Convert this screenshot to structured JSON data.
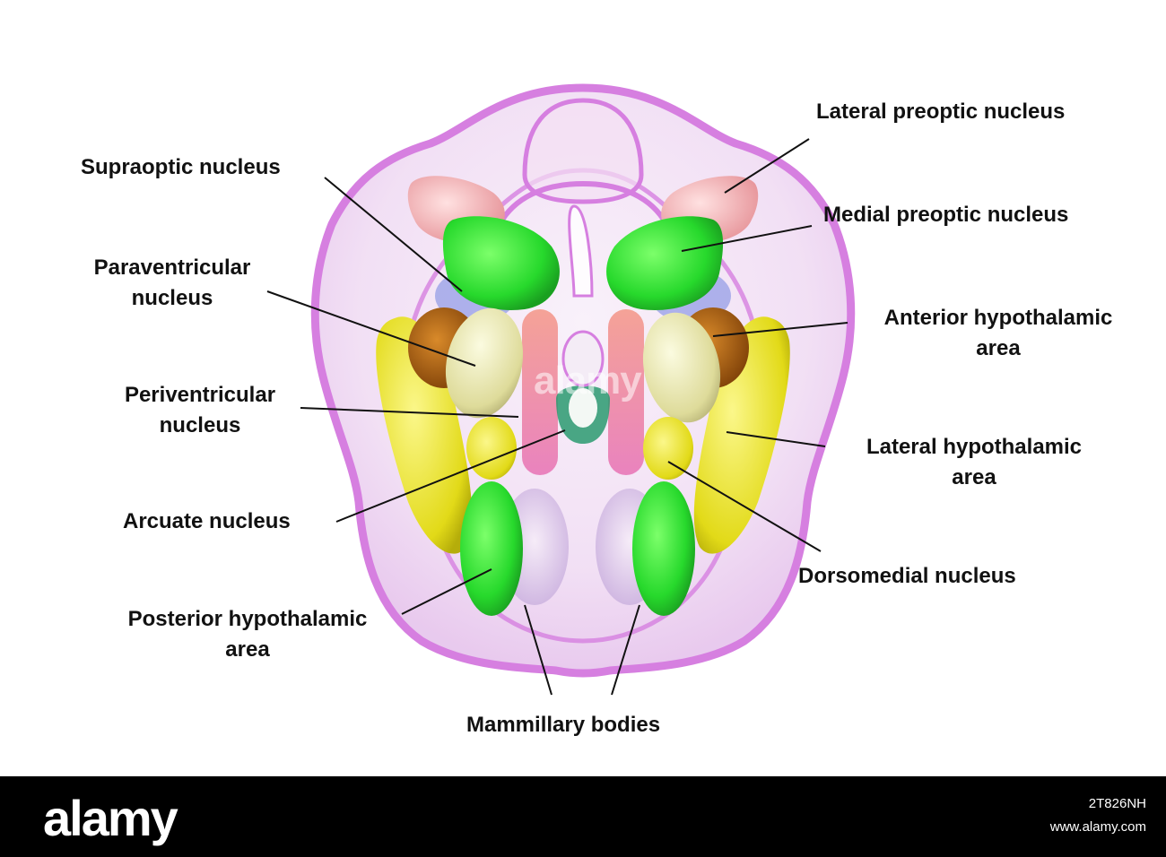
{
  "labels": {
    "lateral_preoptic": "Lateral preoptic nucleus",
    "supraoptic": "Supraoptic nucleus",
    "medial_preoptic": "Medial preoptic nucleus",
    "paraventricular_1": "Paraventricular",
    "paraventricular_2": "nucleus",
    "anterior_hypo_1": "Anterior hypothalamic",
    "anterior_hypo_2": "area",
    "periventricular_1": "Periventricular",
    "periventricular_2": "nucleus",
    "lateral_hypo_1": "Lateral hypothalamic",
    "lateral_hypo_2": "area",
    "arcuate": "Arcuate nucleus",
    "dorsomedial": "Dorsomedial nucleus",
    "posterior_hypo_1": "Posterior hypothalamic",
    "posterior_hypo_2": "area",
    "mammillary": "Mammillary bodies"
  },
  "footer": {
    "logo": "alamy",
    "image_id": "2T826NH",
    "site": "www.alamy.com"
  },
  "watermark": "alamy",
  "colors": {
    "outline_pink": "#d67fe0",
    "yellow": "#e6e02a",
    "bright_green": "#2ee03a",
    "dark_orange": "#b5620f",
    "pale_yellow": "#e8e6a8",
    "salmon": "#ef9c9c",
    "teal": "#2a9a70",
    "background": "#ffffff",
    "footer_bg": "#000000"
  }
}
